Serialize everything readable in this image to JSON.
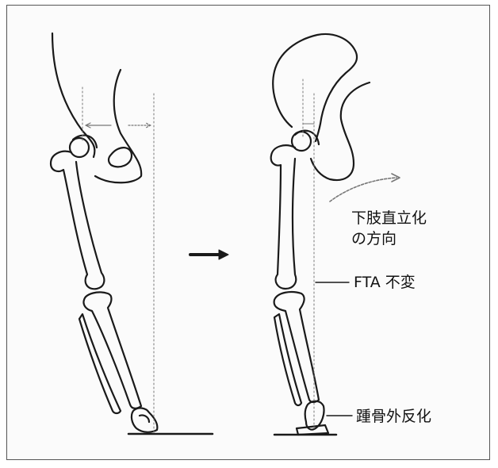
{
  "labels": {
    "direction_line1": "下肢直立化",
    "direction_line2": "の方向",
    "fta": "FTA 不変",
    "calcaneus": "踵骨外反化"
  },
  "colors": {
    "ink": "#1a1a1a",
    "faint_ink": "#777777",
    "background": "#fbfbfb"
  },
  "icons": {
    "transition_arrow": "arrow-right-icon",
    "pelvis_rotation_arrow": "curved-arrow-icon"
  }
}
